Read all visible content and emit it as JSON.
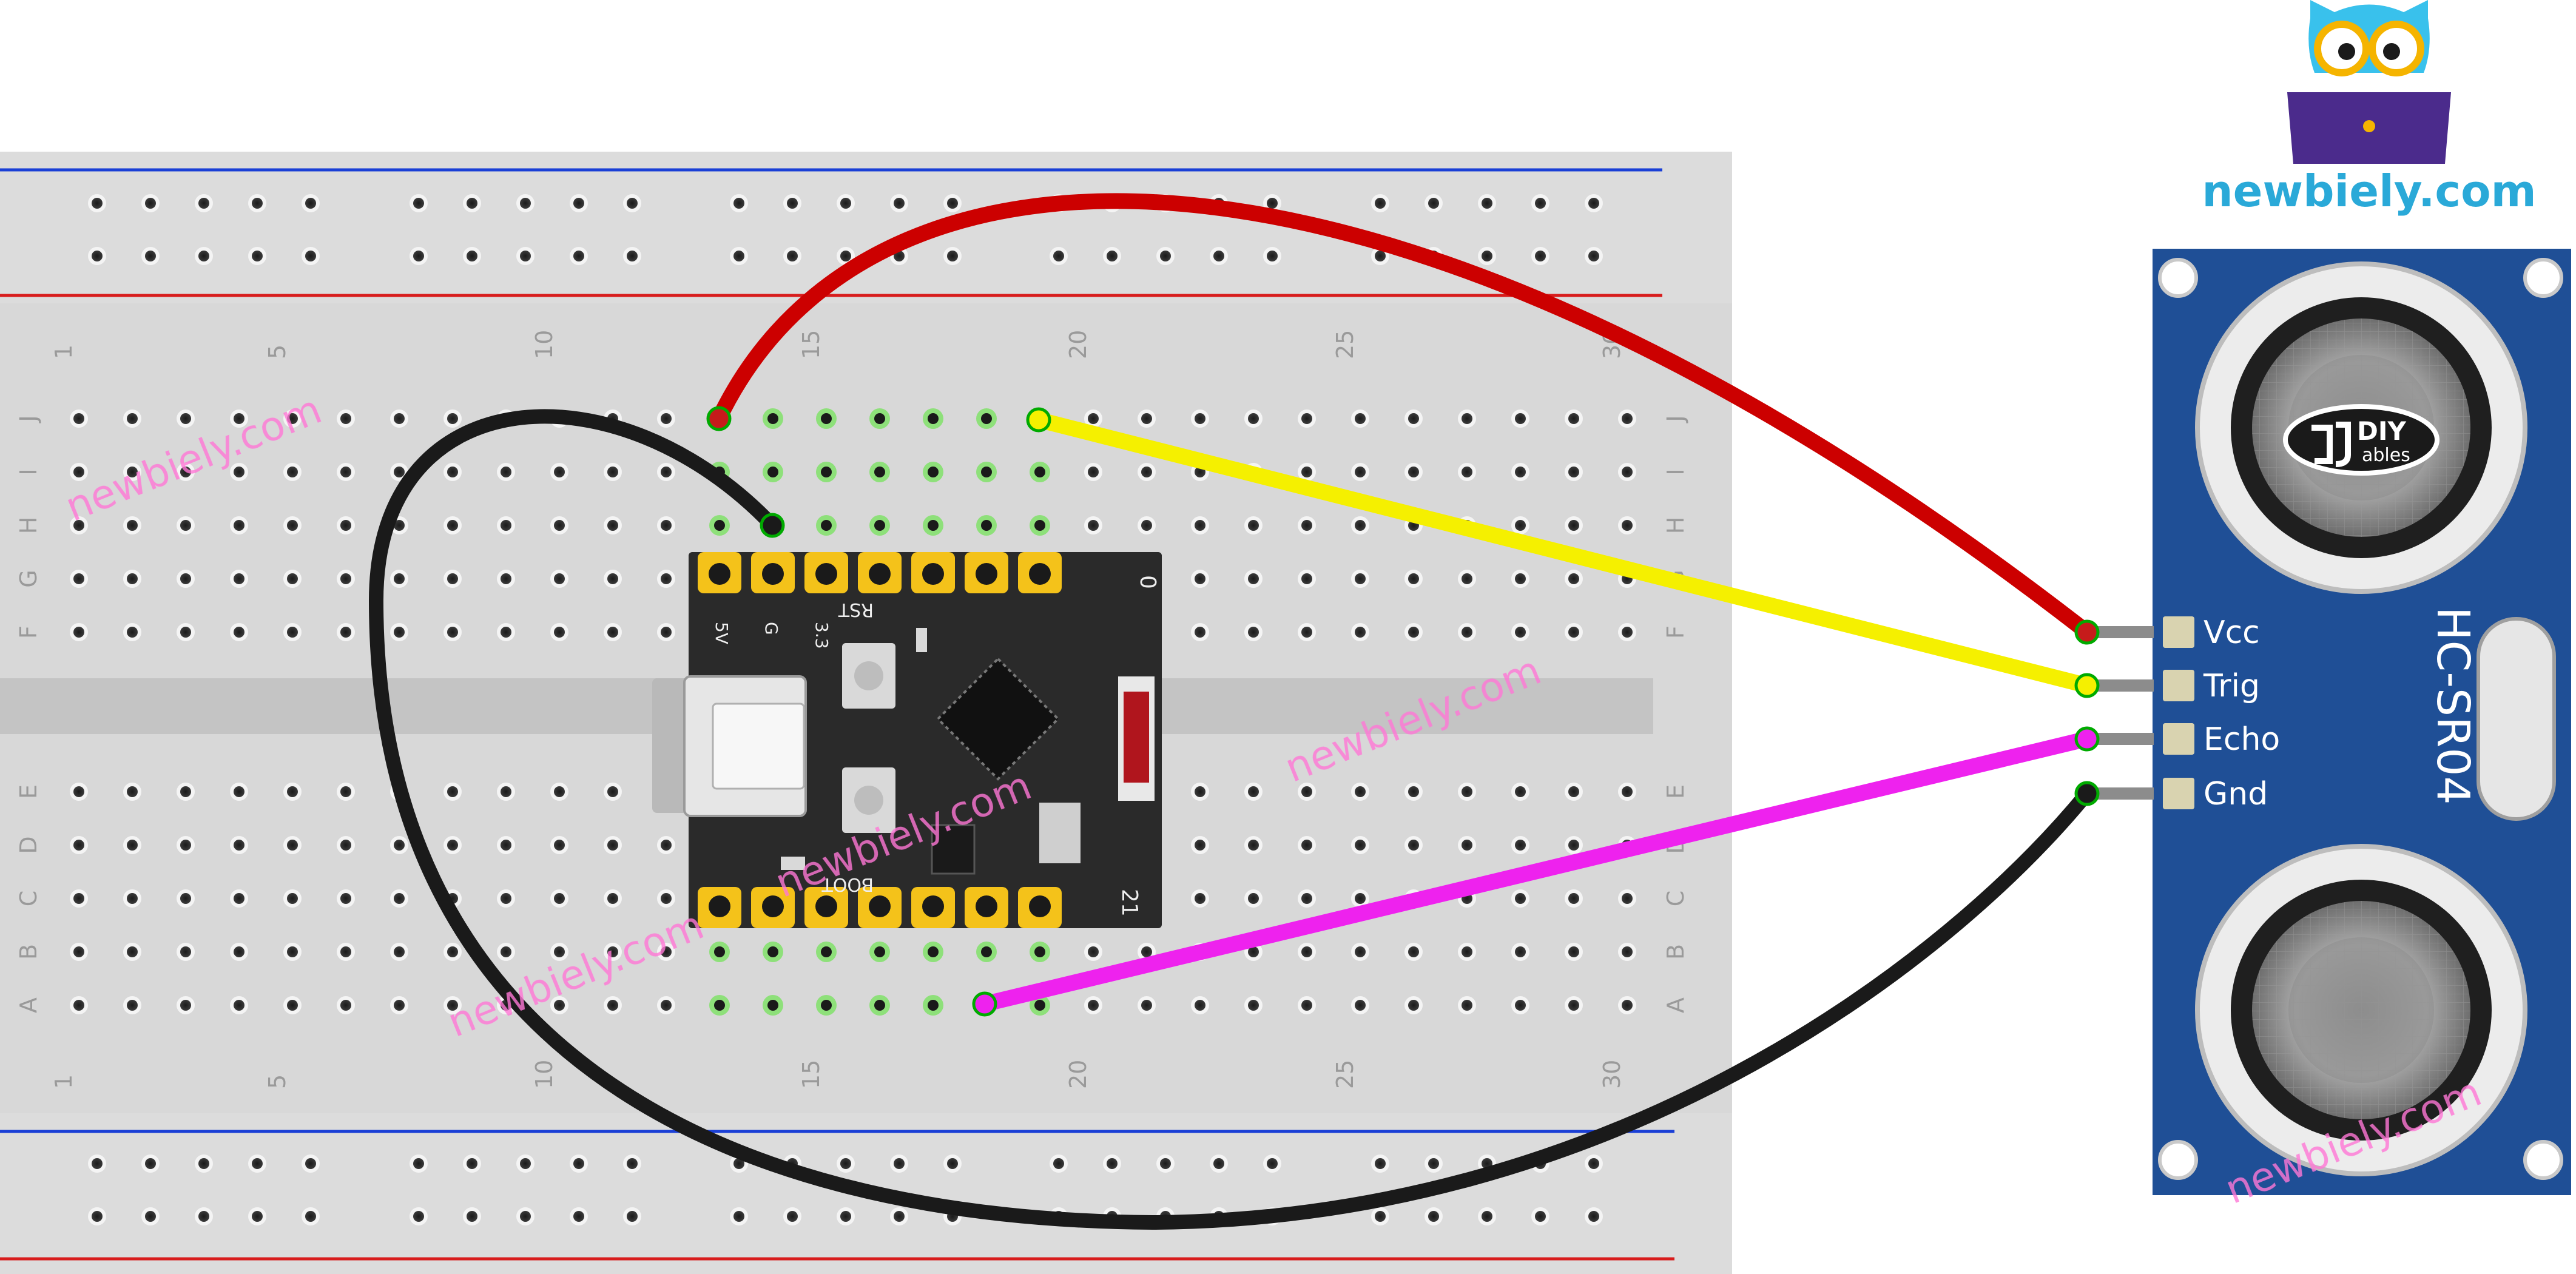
{
  "brand": {
    "site": "newbiely.com",
    "watermark": "newbiely.com"
  },
  "breadboard": {
    "column_labels": [
      "1",
      "5",
      "10",
      "15",
      "20",
      "25",
      "30"
    ],
    "row_labels_top": [
      "J",
      "I",
      "H",
      "G",
      "F"
    ],
    "row_labels_bottom": [
      "E",
      "D",
      "C",
      "B",
      "A"
    ]
  },
  "board": {
    "pin_labels": [
      "5V",
      "G",
      "3.3",
      "RST",
      "BOOT"
    ],
    "pin_numbers": [
      "0",
      "21"
    ]
  },
  "sensor": {
    "model": "HC-SR04",
    "logo_text": "DIY",
    "logo_subtext": "ables",
    "pins": [
      "Vcc",
      "Trig",
      "Echo",
      "Gnd"
    ]
  },
  "wires": [
    {
      "color": "#cc0000"
    },
    {
      "color": "#f5f000"
    },
    {
      "color": "#ee22ee"
    },
    {
      "color": "#1a1a1a"
    },
    {
      "color": "#1a1a1a"
    }
  ],
  "colors": {
    "breadboard": "#d8d8d8",
    "rail_blue": "#1a3fd6",
    "rail_red": "#d81c1c",
    "board": "#2a2a2a",
    "pad": "#f4c21a",
    "sensor": "#1f4f96",
    "brand": "#2aa9d8",
    "watermark": "#ff77d6"
  }
}
